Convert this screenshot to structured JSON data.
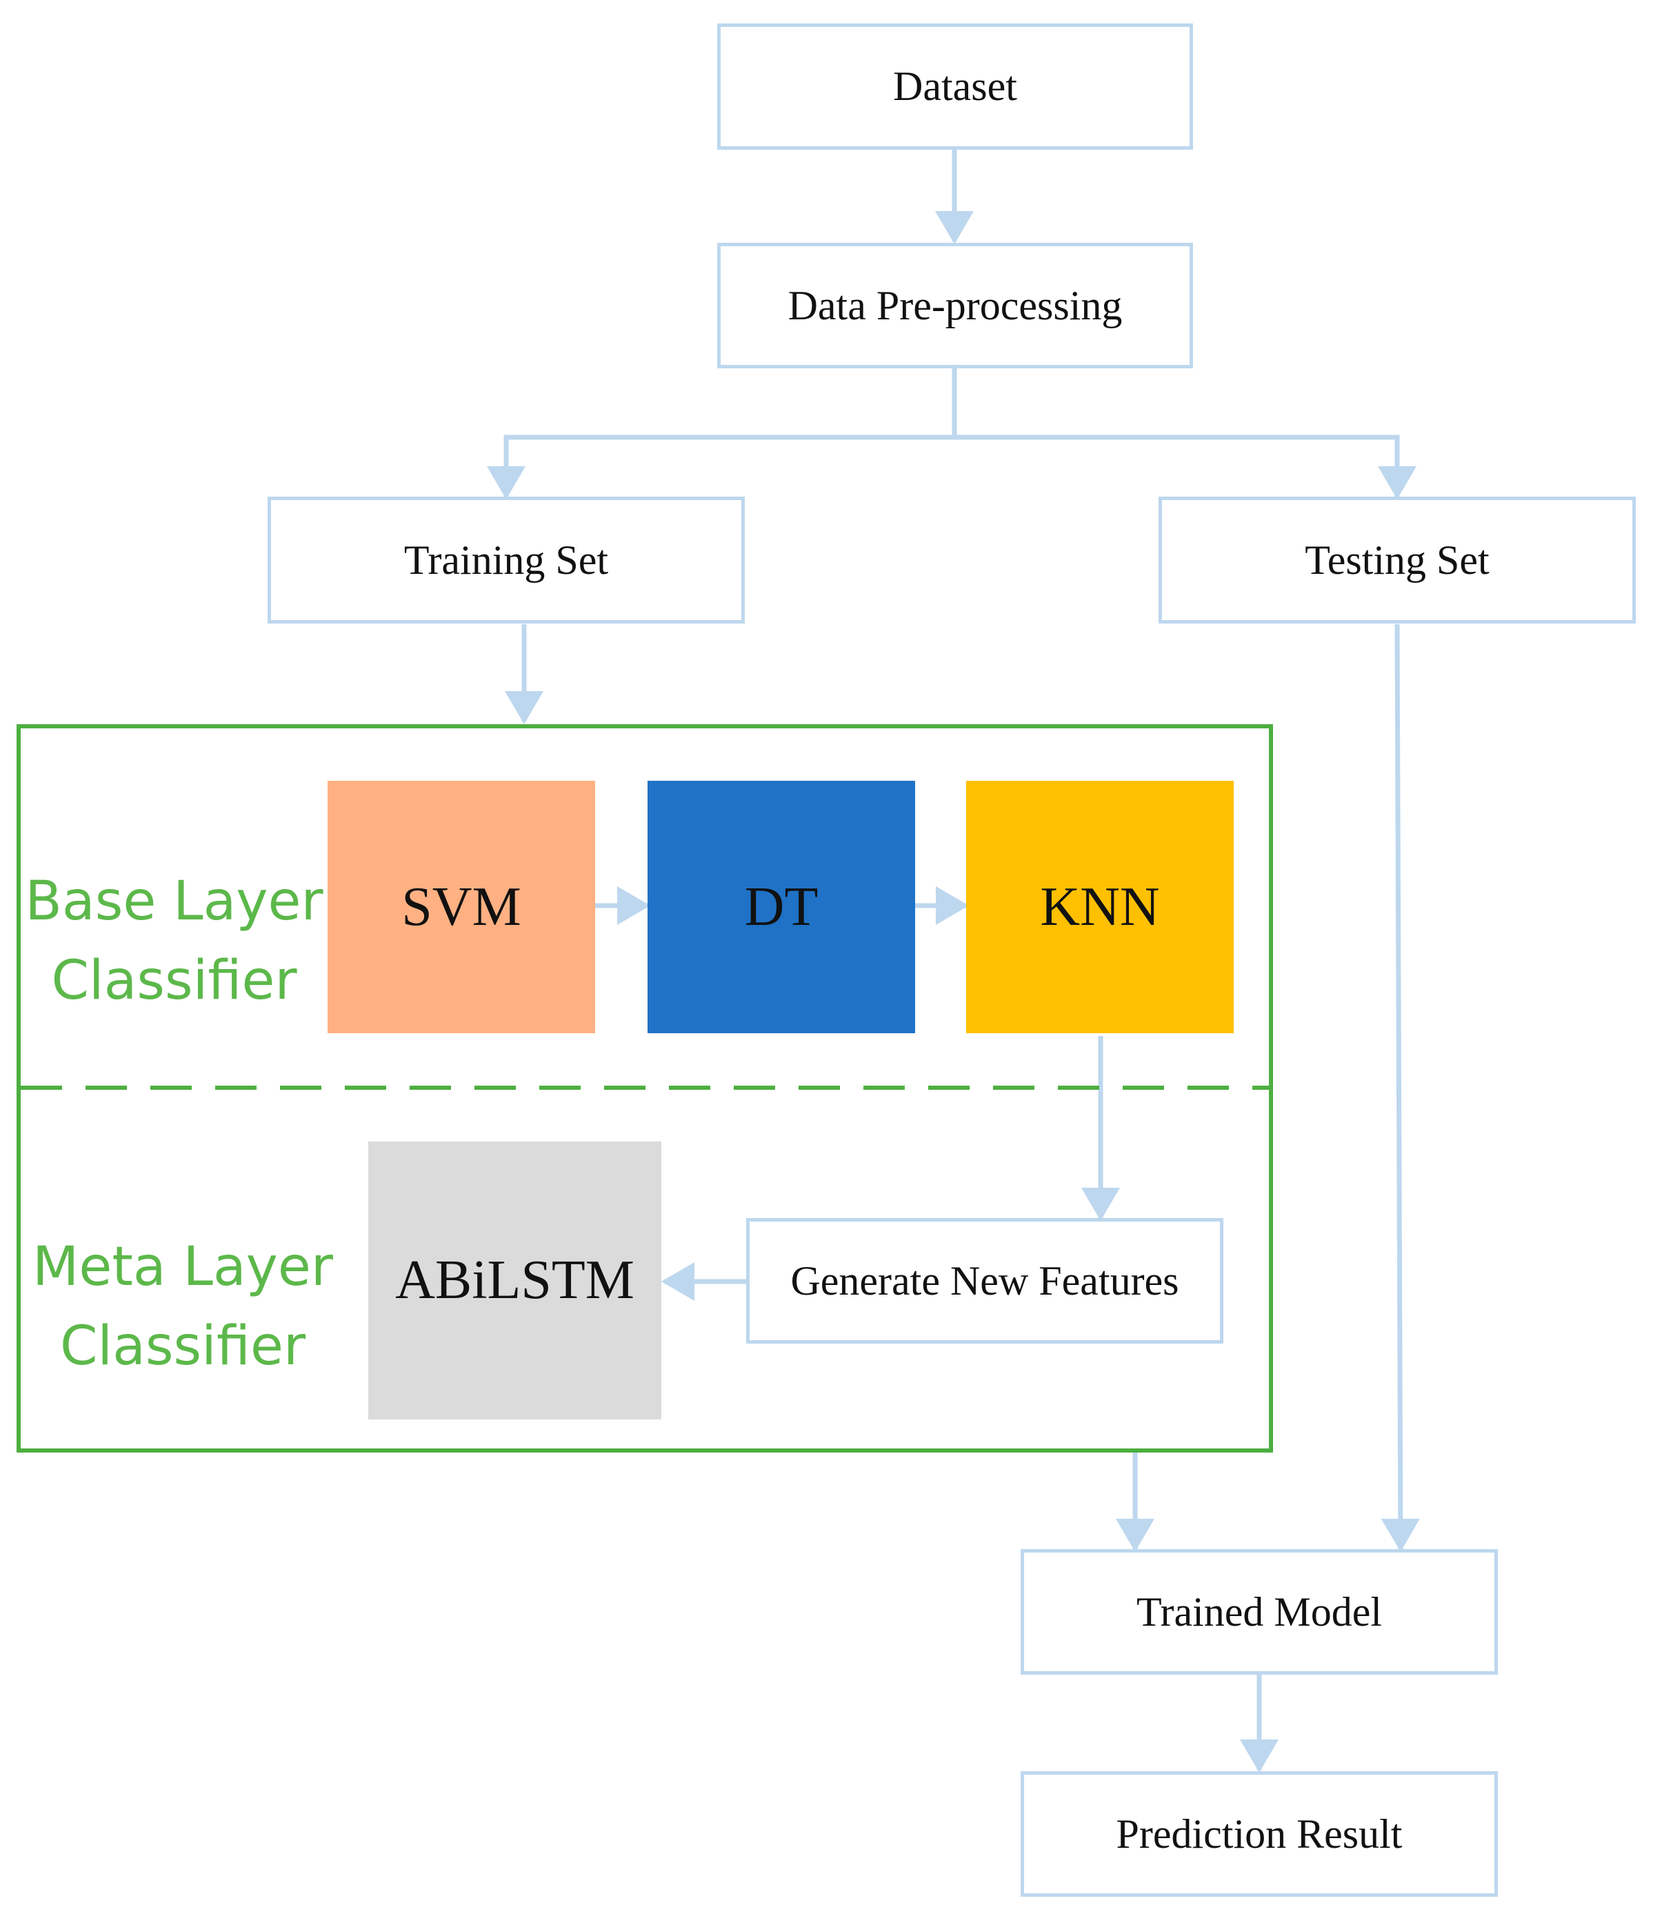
{
  "nodes": {
    "dataset": "Dataset",
    "preprocessing": "Data Pre-processing",
    "training_set": "Training Set",
    "testing_set": "Testing Set",
    "svm": "SVM",
    "dt": "DT",
    "knn": "KNN",
    "abilstm": "ABiLSTM",
    "generate_features": "Generate New Features",
    "trained_model": "Trained Model",
    "prediction_result": "Prediction Result"
  },
  "groups": {
    "base_layer": {
      "line1": "Base Layer",
      "line2": "Classifier"
    },
    "meta_layer": {
      "line1": "Meta Layer",
      "line2": "Classifier"
    }
  },
  "colors": {
    "box_border": "#bdd7ee",
    "arrow": "#bdd7ee",
    "group_border": "#4caf3f",
    "group_label": "#5cb84a",
    "svm_fill": "#ffb183",
    "dt_fill": "#1f72c6",
    "knn_fill": "#ffc000",
    "abilstm_fill": "#dbdbdb"
  }
}
